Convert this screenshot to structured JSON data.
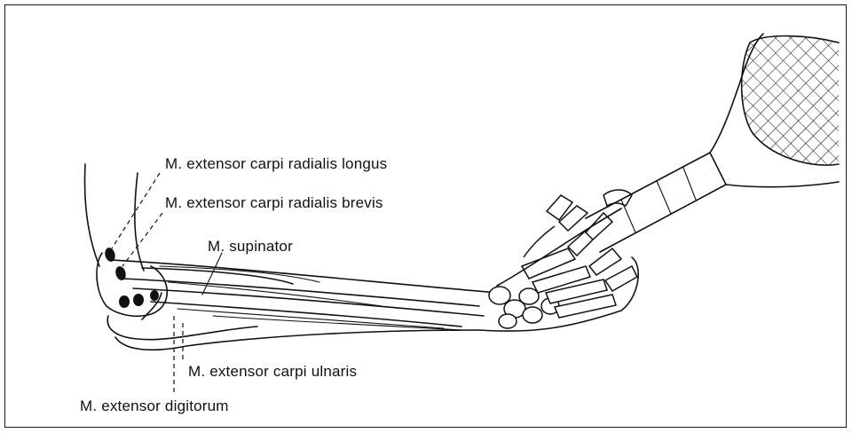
{
  "labels": {
    "ecrl": "M. extensor carpi radialis longus",
    "ecrb": "M. extensor carpi radialis brevis",
    "supinator": "M. supinator",
    "ecu": "M. extensor carpi ulnaris",
    "ed": "M. extensor digitorum"
  }
}
